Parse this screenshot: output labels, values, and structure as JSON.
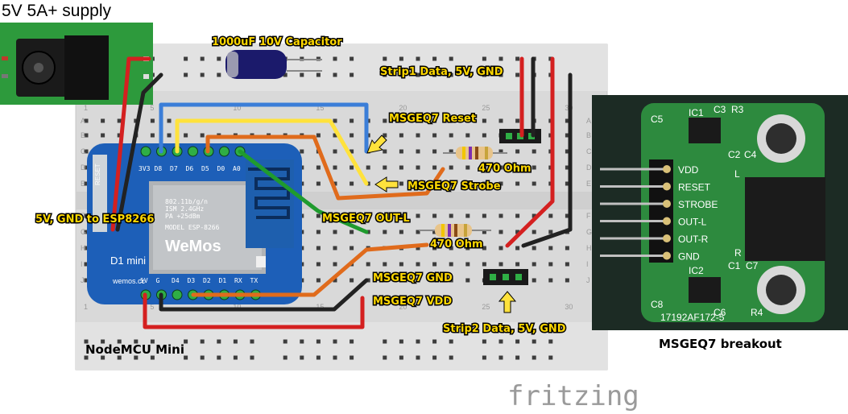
{
  "title": "5V 5A+ supply",
  "watermark": "fritzing",
  "labels": {
    "capacitor": "1000uF 10V Capacitor",
    "strip1": "Strip1 Data, 5V, GND",
    "reset": "MSGEQ7 Reset",
    "strobe": "MSGEQ7 Strobe",
    "resistor1": "470 Ohm",
    "resistor2": "470 Ohm",
    "power_to_esp": "5V, GND to ESP8266",
    "outl": "MSGEQ7 OUT-L",
    "gnd": "MSGEQ7 GND",
    "vdd": "MSGEQ7 VDD",
    "strip2": "Strip2 Data, 5V, GND",
    "nodemcu": "NodeMCU Mini",
    "breakout": "MSGEQ7 breakout"
  },
  "breadboard": {
    "rows": [
      "A",
      "B",
      "C",
      "D",
      "E",
      "F",
      "G",
      "H",
      "I",
      "J"
    ],
    "col_numbers": [
      "1",
      "5",
      "10",
      "15",
      "20",
      "25",
      "30"
    ]
  },
  "d1mini": {
    "top_pins": [
      "3V3",
      "D8",
      "D7",
      "D6",
      "D5",
      "D0",
      "A0"
    ],
    "bottom_pins": [
      "5V",
      "G",
      "D4",
      "D3",
      "D2",
      "D1",
      "RX",
      "TX"
    ],
    "brand": "WeMos",
    "model": "D1 mini",
    "chip_model": "MODEL ESP-8266",
    "chip_band": "ISM 2.4GHz",
    "chip_spec": "PA +25dBm",
    "chip_std": "802.11b/g/n",
    "site": "wemos.cc",
    "reset_lbl": "RESET"
  },
  "breakout_board": {
    "pins": [
      "VDD",
      "RESET",
      "STROBE",
      "OUT-L",
      "OUT-R",
      "GND"
    ],
    "chip1": "IC1",
    "chip2": "IC2",
    "caps_top": [
      "C5",
      "C3",
      "R3",
      "C2",
      "C4"
    ],
    "caps_bottom": [
      "C1",
      "C7",
      "C8",
      "C6",
      "R4"
    ],
    "side_L": "L",
    "side_R": "R",
    "serial": "17192AF172-5"
  },
  "colors": {
    "red_wire": "#d42020",
    "black_wire": "#222222",
    "blue_wire": "#3b7ed8",
    "yellow_wire": "#ffe23c",
    "orange_wire": "#e06b1c",
    "green_wire": "#1f9b2e",
    "pcb_green": "#2d8a3e",
    "d1_blue": "#1d5fb8"
  }
}
